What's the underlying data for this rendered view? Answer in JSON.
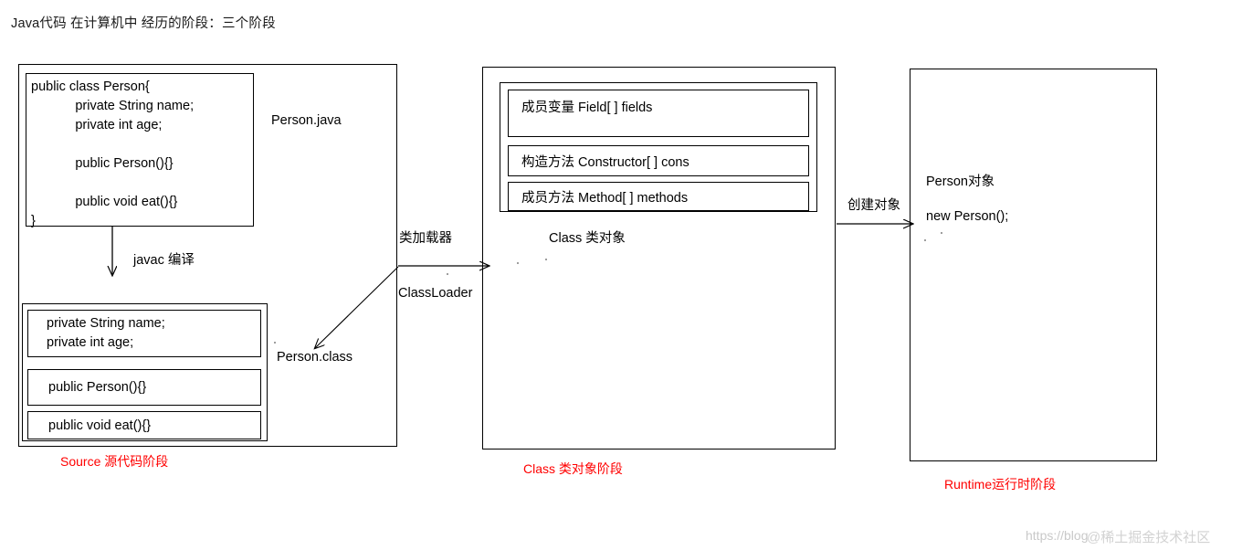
{
  "title": "Java代码 在计算机中 经历的阶段：三个阶段",
  "colors": {
    "stroke": "#000000",
    "stage_label": "#ff0000",
    "background": "#ffffff",
    "watermark": "#cccccc"
  },
  "source_stage": {
    "stage_label": "Source 源代码阶段",
    "file_label": "Person.java",
    "source_code": [
      "public class Person{",
      "            private String name;",
      "            private int age;",
      "",
      "            public Person(){}",
      "",
      "            public void eat(){}",
      "}"
    ],
    "compile_label": "javac 编译",
    "class_file_label": "Person.class",
    "compiled_members": [
      [
        "private String name;",
        "private int age;"
      ],
      [
        "public Person(){}"
      ],
      [
        "public void eat(){}"
      ]
    ]
  },
  "loader": {
    "cjk_label": "类加载器",
    "en_label": "ClassLoader"
  },
  "class_stage": {
    "stage_label": "Class 类对象阶段",
    "object_label": "Class 类对象",
    "members": [
      "成员变量  Field[ ] fields",
      "构造方法  Constructor[ ] cons",
      "成员方法 Method[ ] methods"
    ]
  },
  "create": {
    "label": "创建对象"
  },
  "runtime_stage": {
    "stage_label": "Runtime运行时阶段",
    "object_label": "Person对象",
    "new_expr": "new Person();"
  },
  "watermark": {
    "url": "https://blog",
    "handle": "@稀土掘金技术社区"
  }
}
